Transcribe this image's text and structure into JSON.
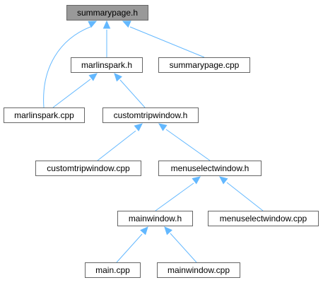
{
  "diagram": {
    "nodes": {
      "summarypage_h": "summarypage.h",
      "marlinspark_h": "marlinspark.h",
      "summarypage_cpp": "summarypage.cpp",
      "marlinspark_cpp": "marlinspark.cpp",
      "customtripwindow_h": "customtripwindow.h",
      "customtripwindow_cpp": "customtripwindow.cpp",
      "menuselectwindow_h": "menuselectwindow.h",
      "mainwindow_h": "mainwindow.h",
      "menuselectwindow_cpp": "menuselectwindow.cpp",
      "main_cpp": "main.cpp",
      "mainwindow_cpp": "mainwindow.cpp"
    },
    "edges": [
      [
        "marlinspark_h",
        "summarypage_h"
      ],
      [
        "summarypage_cpp",
        "summarypage_h"
      ],
      [
        "marlinspark_cpp",
        "summarypage_h"
      ],
      [
        "marlinspark_cpp",
        "marlinspark_h"
      ],
      [
        "customtripwindow_h",
        "marlinspark_h"
      ],
      [
        "customtripwindow_cpp",
        "customtripwindow_h"
      ],
      [
        "menuselectwindow_h",
        "customtripwindow_h"
      ],
      [
        "mainwindow_h",
        "menuselectwindow_h"
      ],
      [
        "menuselectwindow_cpp",
        "menuselectwindow_h"
      ],
      [
        "main_cpp",
        "mainwindow_h"
      ],
      [
        "mainwindow_cpp",
        "mainwindow_h"
      ]
    ],
    "colors": {
      "edge": "#63b8ff",
      "node_border": "#666666",
      "root_fill": "#999999",
      "node_fill": "#ffffff"
    }
  }
}
